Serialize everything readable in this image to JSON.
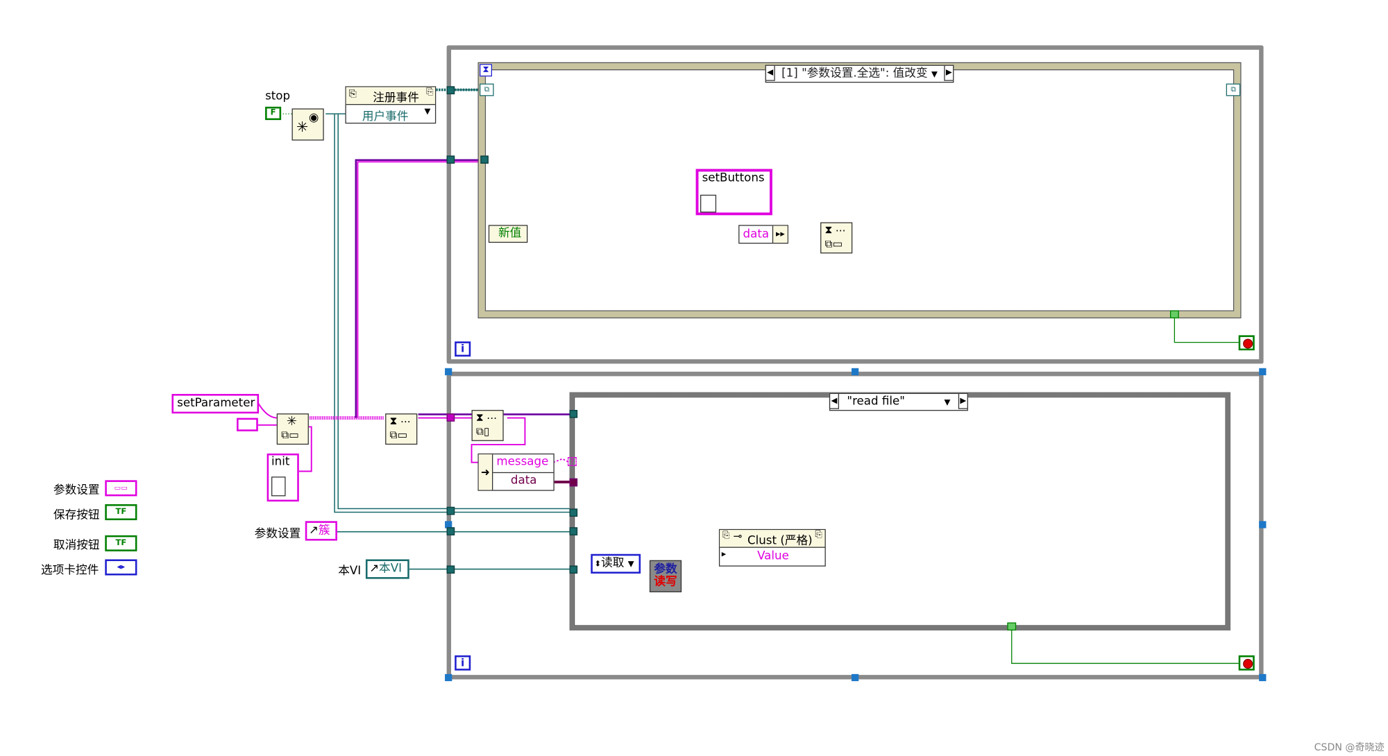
{
  "labels": {
    "stop": "stop",
    "register_event": "注册事件",
    "user_event": "用户事件",
    "event_case": "[1] \"参数设置.全选\": 值改变",
    "set_buttons": "setButtons",
    "new_value": "新值",
    "data1": "data",
    "set_parameter": "setParameter",
    "init": "init",
    "message": "message",
    "data2": "data",
    "case_read_file": "\"read file\"",
    "clust_strict": "Clust (严格)",
    "value": "Value",
    "read_enum": "读取",
    "param_rw_line1": "参数",
    "param_rw_line2": "读写",
    "param_settings_ref": "参数设置",
    "cluster_ref": "簇",
    "this_vi_label": "本VI",
    "this_vi_ref": "本VI",
    "false_const": "F",
    "loop_i": "i",
    "hourglass": "⧗",
    "ellipsis": "...",
    "question": "?"
  },
  "controls_panel": [
    {
      "name": "参数设置",
      "tag": "▭▭"
    },
    {
      "name": "保存按钮",
      "tag": "TF"
    },
    {
      "name": "取消按钮",
      "tag": "TF"
    },
    {
      "name": "选项卡控件",
      "tag": "◂▸"
    }
  ],
  "watermark": "CSDN @奇晓迹",
  "colors": {
    "cluster_pink": "#e000e0",
    "refnum_teal": "#1a6b6b",
    "boolean_green": "#008000",
    "queue_purple": "#6a00a0",
    "frame_gray": "#8a8a8a"
  }
}
